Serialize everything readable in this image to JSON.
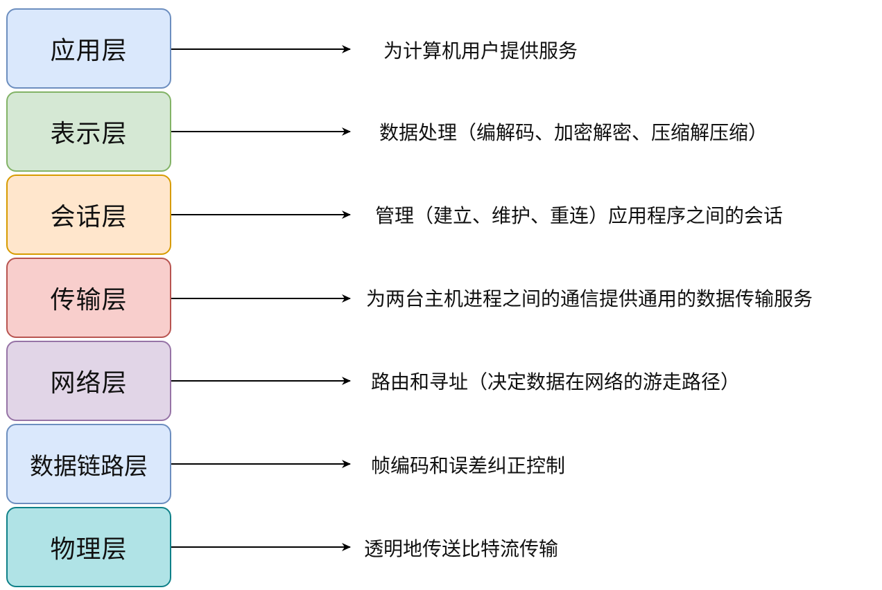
{
  "layers": [
    {
      "name": "应用层",
      "description": "为计算机用户提供服务",
      "fill": "#dae8fc",
      "stroke": "#6c8ebf"
    },
    {
      "name": "表示层",
      "description": "数据处理（编解码、加密解密、压缩解压缩）",
      "fill": "#d5e8d4",
      "stroke": "#82b366"
    },
    {
      "name": "会话层",
      "description": "管理（建立、维护、重连）应用程序之间的会话",
      "fill": "#ffe6cc",
      "stroke": "#d79b00"
    },
    {
      "name": "传输层",
      "description": "为两台主机进程之间的通信提供通用的数据传输服务",
      "fill": "#f8cecc",
      "stroke": "#b85450"
    },
    {
      "name": "网络层",
      "description": "路由和寻址（决定数据在网络的游走路径）",
      "fill": "#e1d5e7",
      "stroke": "#9673a6"
    },
    {
      "name": "数据链路层",
      "description": "帧编码和误差纠正控制",
      "fill": "#dae8fc",
      "stroke": "#6c8ebf"
    },
    {
      "name": "物理层",
      "description": "透明地传送比特流传输",
      "fill": "#b0e3e6",
      "stroke": "#0e8088"
    }
  ]
}
